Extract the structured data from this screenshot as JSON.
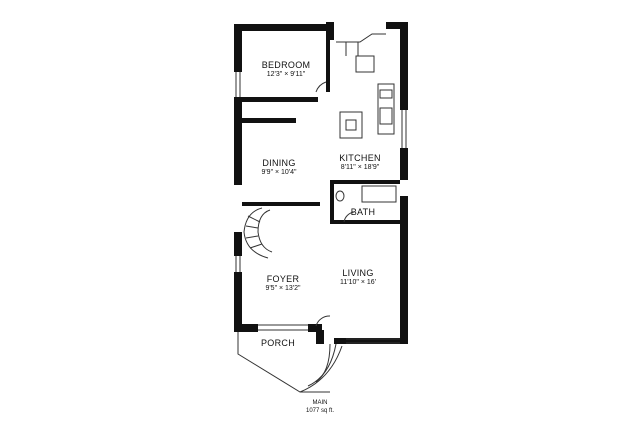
{
  "floor": {
    "name": "MAIN",
    "area": "1077 sq ft."
  },
  "rooms": {
    "bedroom": {
      "name": "BEDROOM",
      "dims": "12'3\" × 9'11\""
    },
    "dining": {
      "name": "DINING",
      "dims": "9'9\" × 10'4\""
    },
    "kitchen": {
      "name": "KITCHEN",
      "dims": "8'11\" × 18'9\""
    },
    "bath": {
      "name": "BATH"
    },
    "foyer": {
      "name": "FOYER",
      "dims": "9'5\" × 13'2\""
    },
    "living": {
      "name": "LIVING",
      "dims": "11'10\" × 16'"
    },
    "porch": {
      "name": "PORCH"
    }
  },
  "colors": {
    "wall": "#111111",
    "line": "#333333",
    "background": "#ffffff"
  }
}
